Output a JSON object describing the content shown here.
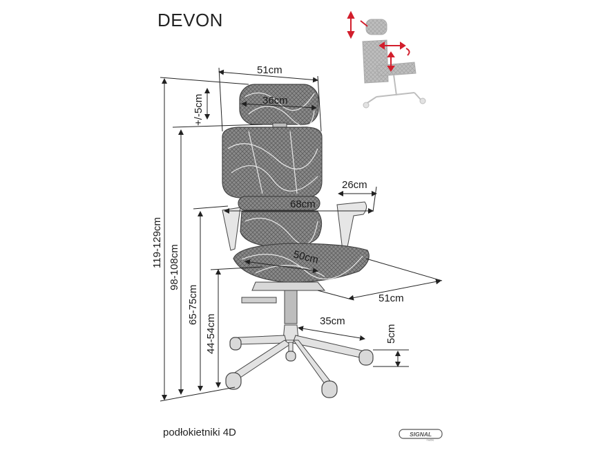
{
  "product": {
    "name": "DEVON",
    "note": "podłokietniki 4D"
  },
  "dimensions": {
    "top_width": "51cm",
    "headrest_width": "36cm",
    "headrest_adjust": "+/-5cm",
    "armrest_depth": "26cm",
    "armrest_span": "68cm",
    "seat_depth": "50cm",
    "seat_width": "51cm",
    "base_radius": "35cm",
    "caster_height": "5cm",
    "total_height": "119-129cm",
    "backrest_height": "98-108cm",
    "armrest_height": "65-75cm",
    "seat_height": "44-54cm"
  },
  "brand": {
    "logo_text": "SIGNAL",
    "logo_subtext": "meble"
  }
}
